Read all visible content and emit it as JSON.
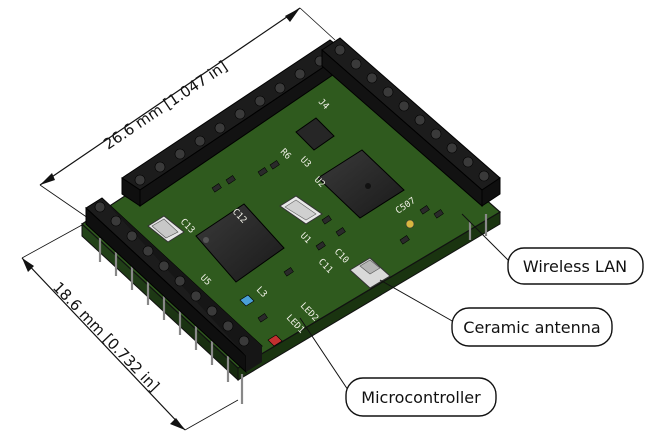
{
  "dimensions": {
    "length": "26.6 mm [1.047 in]",
    "width": "18.6 mm [0.732 in]"
  },
  "callouts": {
    "wireless_lan": "Wireless LAN",
    "ceramic_antenna": "Ceramic antenna",
    "microcontroller": "Microcontroller"
  },
  "silkscreen": {
    "u1": "U1",
    "u2": "U2",
    "u3": "U3",
    "u5": "U5",
    "j4": "J4",
    "r6": "R6",
    "c13": "C13",
    "c12": "C12",
    "c11": "C11",
    "c10": "C10",
    "led1": "LED1",
    "led2": "LED2",
    "l3": "L3",
    "c507": "C507"
  },
  "colors": {
    "pcb": "#2f5a1e",
    "pcb_dark": "#1e3b12",
    "header": "#1c1c1c",
    "chip": "#262626",
    "silk": "#f2f2e8",
    "pin": "#9a9a9a"
  }
}
